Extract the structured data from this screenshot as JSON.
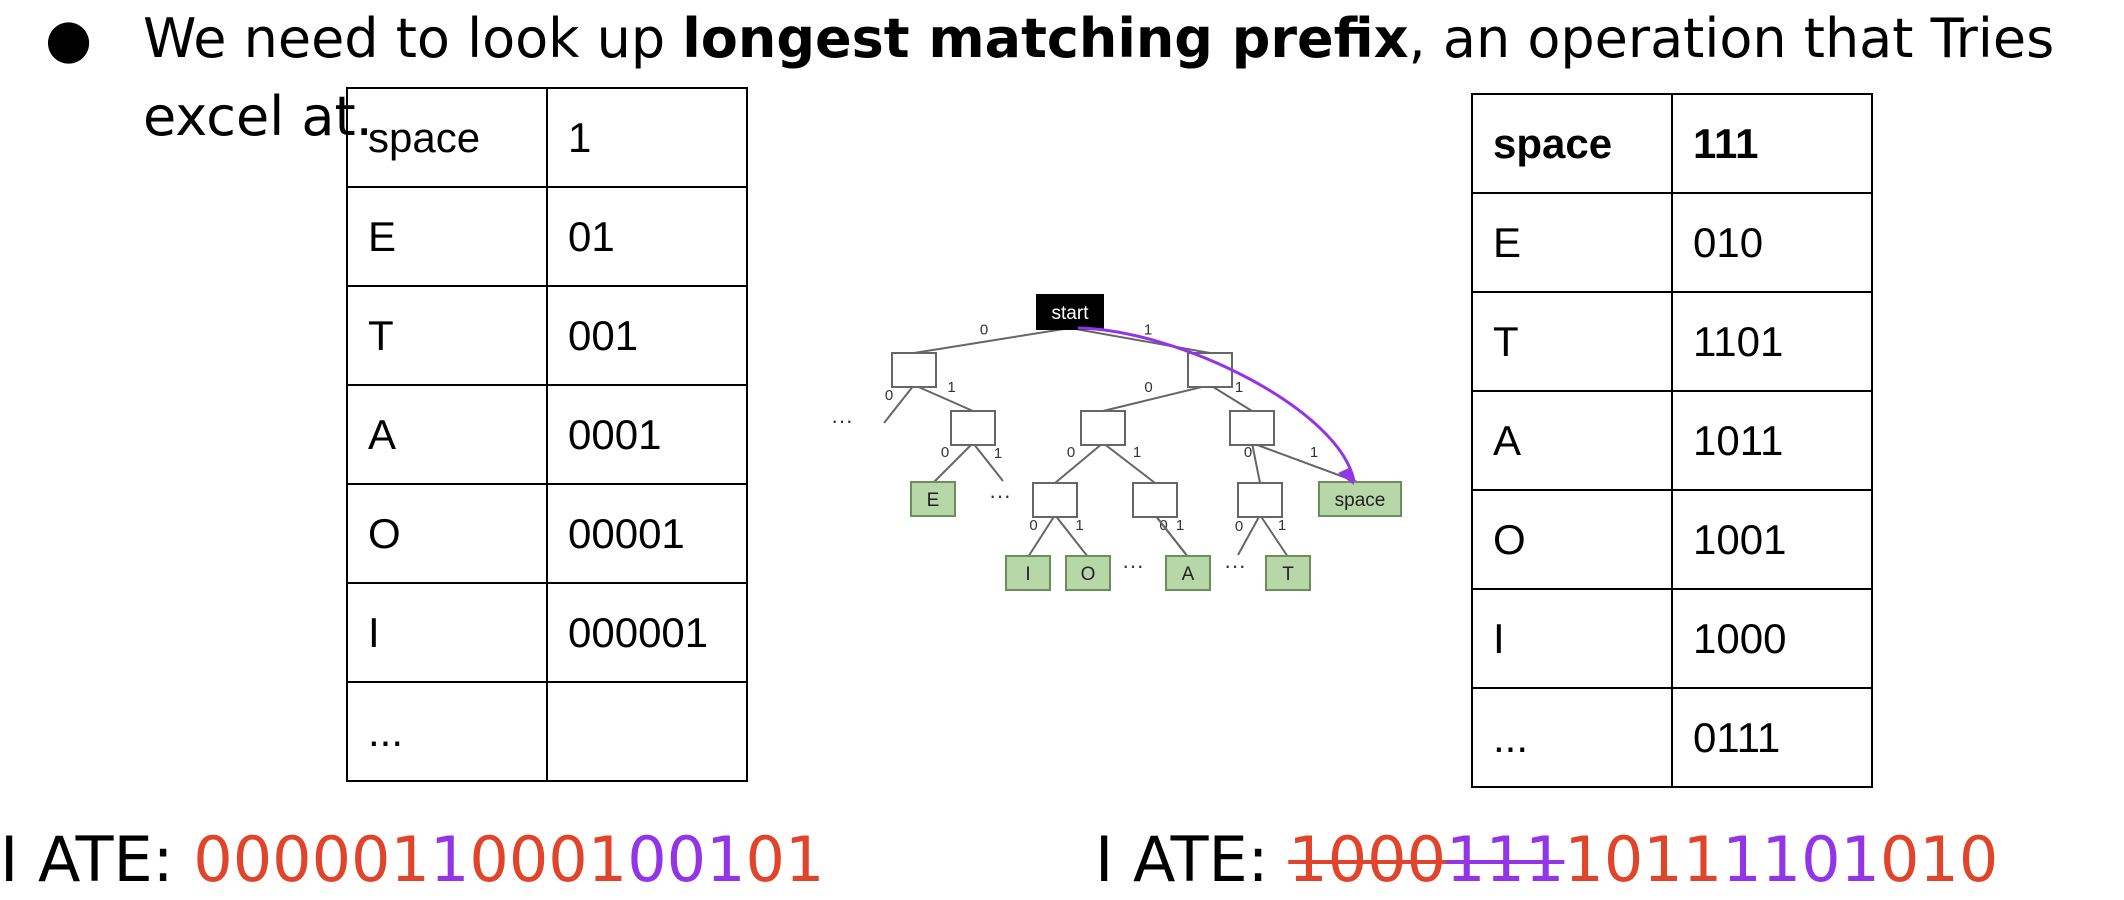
{
  "bullet": {
    "prefix": "We need to look up ",
    "bold": "longest matching prefix",
    "suffix": ", an operation that Tries excel at."
  },
  "table_left": {
    "rows": [
      {
        "symbol": "space",
        "code": "1"
      },
      {
        "symbol": "E",
        "code": "01"
      },
      {
        "symbol": "T",
        "code": "001"
      },
      {
        "symbol": "A",
        "code": "0001"
      },
      {
        "symbol": "O",
        "code": "00001"
      },
      {
        "symbol": "I",
        "code": "000001"
      },
      {
        "symbol": "...",
        "code": ""
      }
    ]
  },
  "table_right": {
    "rows": [
      {
        "symbol": "space",
        "code": "111",
        "bold": true
      },
      {
        "symbol": "E",
        "code": "010"
      },
      {
        "symbol": "T",
        "code": "1101"
      },
      {
        "symbol": "A",
        "code": "1011"
      },
      {
        "symbol": "O",
        "code": "1001"
      },
      {
        "symbol": "I",
        "code": "1000"
      },
      {
        "symbol": "...",
        "code": "0111"
      }
    ]
  },
  "trie": {
    "root_label": "start",
    "leaf_labels": [
      "E",
      "space",
      "I",
      "O",
      "A",
      "T"
    ],
    "edge_zero": "0",
    "edge_one": "1",
    "ellipsis": "···",
    "colors": {
      "root_fill": "#000000",
      "leaf_fill": "#b7d7a8",
      "leaf_stroke": "#6a8f5a",
      "edge": "#666666",
      "path": "#9334e6"
    }
  },
  "encoding_left": {
    "label": "I ATE: ",
    "segments": [
      {
        "text": "000001",
        "color": "#e0442b"
      },
      {
        "text": "1",
        "color": "#9334e6"
      },
      {
        "text": "0001",
        "color": "#e0442b"
      },
      {
        "text": "001",
        "color": "#9334e6"
      },
      {
        "text": "01",
        "color": "#e0442b"
      }
    ]
  },
  "encoding_right": {
    "label": "I ATE: ",
    "segments": [
      {
        "text": "1000",
        "color": "#e0442b",
        "strike": true
      },
      {
        "text": "111",
        "color": "#9334e6",
        "strike": true
      },
      {
        "text": "1011",
        "color": "#e0442b"
      },
      {
        "text": "1101",
        "color": "#9334e6"
      },
      {
        "text": "010",
        "color": "#e0442b"
      }
    ]
  }
}
